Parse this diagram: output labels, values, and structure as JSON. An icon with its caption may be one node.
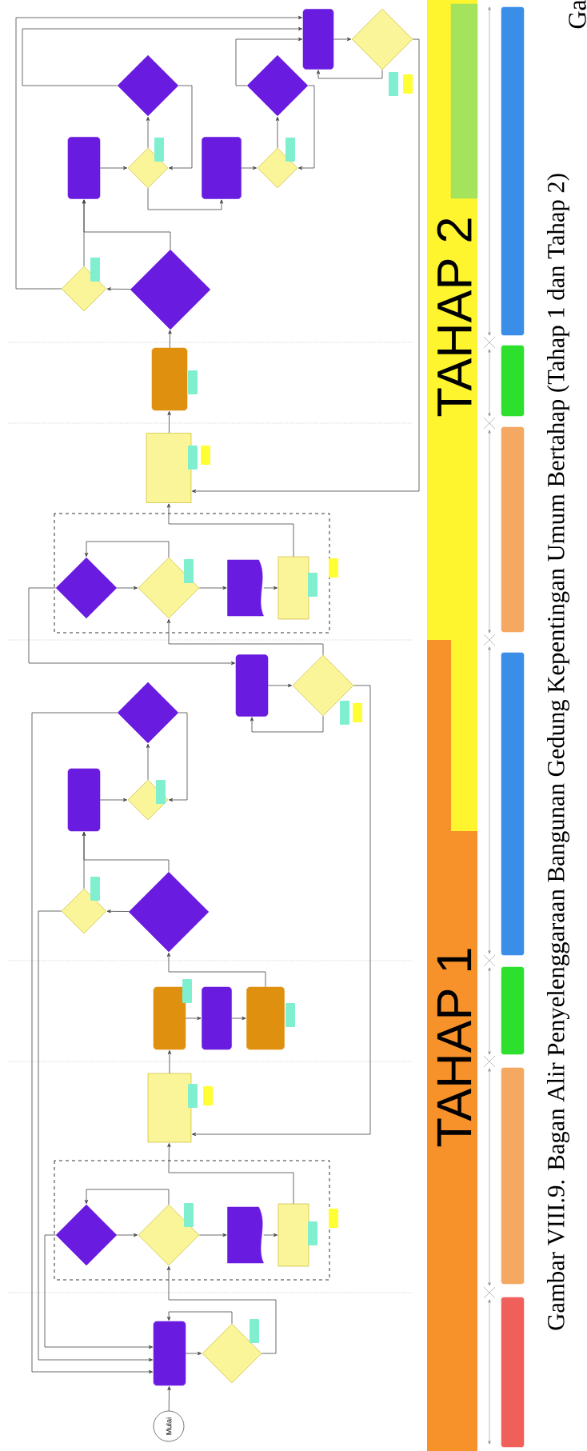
{
  "diagram": {
    "caption": "Gambar VIII.9. Bagan Alir Penyelenggaraan Bangunan Gedung Kepentingan Umum Bertahap (Tahap 1 dan Tahap 2)",
    "nodes": [
      {
        "text": [
          "Mulai"
        ]
      },
      {
        "text": [],
        "shape": "box"
      },
      {
        "text": [],
        "shape": "diamond"
      },
      {
        "text": [],
        "shape": "box"
      },
      {
        "text": [],
        "shape": "diamond",
        "in": 3
      },
      {
        "text": [],
        "shape": "diamond",
        "in": 3
      },
      {
        "text": [],
        "shape": "document",
        "in": 3
      },
      {
        "text": [],
        "shape": "box",
        "in": 3
      },
      {
        "text": [],
        "shape": "box"
      },
      {
        "text": [],
        "shape": "box"
      },
      {
        "text": [],
        "shape": "box"
      },
      {
        "text": [],
        "shape": "box"
      },
      {
        "text": [],
        "shape": "diamond"
      },
      {
        "text": [],
        "shape": "diamond"
      },
      {
        "text": [],
        "shape": "box"
      },
      {
        "text": [],
        "shape": "diamond"
      },
      {
        "text": [],
        "shape": "diamond"
      },
      {
        "text": [],
        "shape": "box"
      },
      {
        "text": [],
        "shape": "diamond"
      },
      {
        "text": [],
        "shape": "box"
      },
      {
        "text": [],
        "shape": "diamond",
        "in": 19
      },
      {
        "text": [],
        "shape": "diamond",
        "in": 19
      },
      {
        "text": [],
        "shape": "document",
        "in": 19
      },
      {
        "text": [],
        "shape": "box",
        "in": 19
      },
      {
        "text": [],
        "shape": "box"
      },
      {
        "text": [],
        "shape": "box"
      },
      {
        "text": [],
        "shape": "diamond"
      },
      {
        "text": [],
        "shape": "diamond"
      },
      {
        "text": [],
        "shape": "box"
      },
      {
        "text": [],
        "shape": "diamond"
      },
      {
        "text": [],
        "shape": "diamond"
      },
      {
        "text": [],
        "shape": "box"
      },
      {
        "text": [],
        "shape": "diamond"
      },
      {
        "text": [],
        "shape": "diamond"
      },
      {
        "text": [],
        "shape": "box"
      },
      {
        "text": [],
        "shape": "diamond"
      },
      {
        "text": [],
        "shape": "bar"
      },
      {
        "text": [],
        "shape": "bar"
      },
      {
        "text": [],
        "shape": "bar"
      },
      {
        "text": [],
        "shape": "bar"
      },
      {
        "text": [],
        "shape": "bar"
      },
      {
        "text": [],
        "shape": "bar"
      },
      {
        "text": [],
        "shape": "bar"
      },
      {
        "text": [],
        "shape": "bar"
      }
    ],
    "edges": [
      {
        "from": 0,
        "to": 1,
        "arrow": "to"
      },
      {
        "from": 1,
        "to": 2,
        "arrow": "to"
      },
      {
        "from": 2,
        "to": 1,
        "arrow": "to"
      },
      {
        "from": 2,
        "to": 5,
        "arrow": "to"
      },
      {
        "from": 5,
        "to": 4,
        "arrow": "to"
      },
      {
        "from": 4,
        "to": 5,
        "arrow": "to"
      },
      {
        "from": 5,
        "to": 6,
        "arrow": "to"
      },
      {
        "from": 6,
        "to": 7,
        "arrow": "to"
      },
      {
        "from": 7,
        "to": 8,
        "arrow": "to"
      },
      {
        "from": 4,
        "to": 1,
        "arrow": "to"
      },
      {
        "from": 8,
        "to": 9,
        "arrow": "to"
      },
      {
        "from": 9,
        "to": 10,
        "arrow": "to"
      },
      {
        "from": 10,
        "to": 11,
        "arrow": "to"
      },
      {
        "from": 11,
        "to": 12,
        "arrow": "to"
      },
      {
        "from": 12,
        "to": 13,
        "arrow": "to"
      },
      {
        "from": 12,
        "to": 14,
        "arrow": "to"
      },
      {
        "from": 13,
        "to": 14,
        "arrow": "to"
      },
      {
        "from": 13,
        "to": 1,
        "arrow": "to"
      },
      {
        "from": 14,
        "to": 15,
        "arrow": "to"
      },
      {
        "from": 15,
        "to": 16,
        "arrow": "to"
      },
      {
        "from": 16,
        "to": 15,
        "arrow": "to"
      },
      {
        "from": 16,
        "to": 1,
        "arrow": "to"
      },
      {
        "from": 17,
        "to": 18,
        "arrow": "to"
      },
      {
        "from": 18,
        "to": 17,
        "arrow": "to"
      },
      {
        "from": 18,
        "to": 21,
        "arrow": "to"
      },
      {
        "from": 18,
        "to": 8,
        "arrow": "to"
      },
      {
        "from": 21,
        "to": 20,
        "arrow": "to"
      },
      {
        "from": 20,
        "to": 21,
        "arrow": "to"
      },
      {
        "from": 21,
        "to": 22,
        "arrow": "to"
      },
      {
        "from": 22,
        "to": 23,
        "arrow": "to"
      },
      {
        "from": 23,
        "to": 24,
        "arrow": "to"
      },
      {
        "from": 20,
        "to": 17,
        "arrow": "to"
      },
      {
        "from": 24,
        "to": 25,
        "arrow": "to"
      },
      {
        "from": 25,
        "to": 26,
        "arrow": "to"
      },
      {
        "from": 26,
        "to": 27,
        "arrow": "to"
      },
      {
        "from": 27,
        "to": 28,
        "arrow": "to"
      },
      {
        "from": 26,
        "to": 28,
        "arrow": "to"
      },
      {
        "from": 28,
        "to": 29,
        "arrow": "to"
      },
      {
        "from": 29,
        "to": 30,
        "arrow": "to"
      },
      {
        "from": 30,
        "to": 29,
        "arrow": "to"
      },
      {
        "from": 29,
        "to": 31,
        "arrow": "to"
      },
      {
        "from": 31,
        "to": 32,
        "arrow": "to"
      },
      {
        "from": 32,
        "to": 33,
        "arrow": "to"
      },
      {
        "from": 33,
        "to": 32,
        "arrow": "to"
      },
      {
        "from": 34,
        "to": 35,
        "arrow": "to"
      },
      {
        "from": 35,
        "to": 34,
        "arrow": "to"
      },
      {
        "from": 27,
        "to": 34,
        "arrow": "to"
      },
      {
        "from": 30,
        "to": 34,
        "arrow": "to"
      },
      {
        "from": 33,
        "to": 34,
        "arrow": "to"
      },
      {
        "from": 35,
        "to": 24,
        "arrow": "to"
      }
    ],
    "labels": [
      "TAHAP 1",
      "TAHAP 2",
      "Ga"
    ]
  }
}
